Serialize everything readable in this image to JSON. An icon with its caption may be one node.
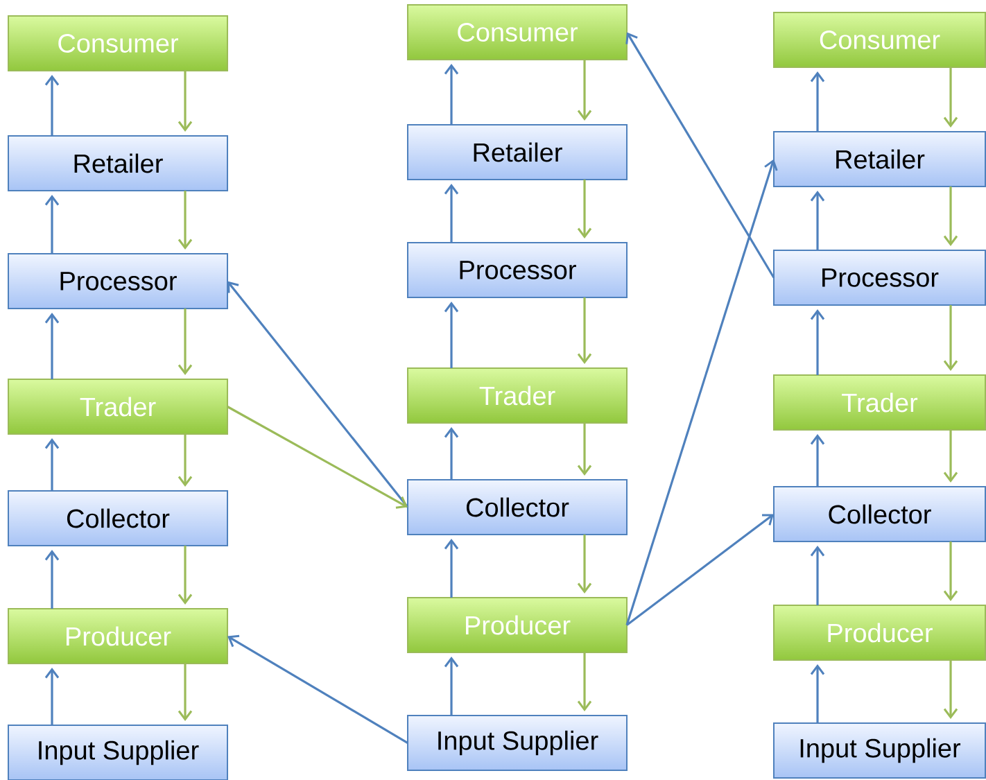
{
  "diagram": {
    "nodes": [
      {
        "text": [
          "Consumer"
        ]
      },
      {
        "text": [
          "Retailer"
        ]
      },
      {
        "text": [
          "Processor"
        ]
      },
      {
        "text": [
          "Trader"
        ]
      },
      {
        "text": [
          "Collector"
        ]
      },
      {
        "text": [
          "Producer"
        ]
      },
      {
        "text": [
          "Input Supplier"
        ]
      },
      {
        "text": [
          "Consumer"
        ]
      },
      {
        "text": [
          "Retailer"
        ]
      },
      {
        "text": [
          "Processor"
        ]
      },
      {
        "text": [
          "Trader"
        ]
      },
      {
        "text": [
          "Collector"
        ]
      },
      {
        "text": [
          "Producer"
        ]
      },
      {
        "text": [
          "Input Supplier"
        ]
      },
      {
        "text": [
          "Consumer"
        ]
      },
      {
        "text": [
          "Retailer"
        ]
      },
      {
        "text": [
          "Processor"
        ]
      },
      {
        "text": [
          "Trader"
        ]
      },
      {
        "text": [
          "Collector"
        ]
      },
      {
        "text": [
          "Producer"
        ]
      },
      {
        "text": [
          "Input Supplier"
        ]
      }
    ],
    "edges": [
      {
        "from": 1,
        "to": 0,
        "arrow": "to"
      },
      {
        "from": 2,
        "to": 1,
        "arrow": "to"
      },
      {
        "from": 3,
        "to": 2,
        "arrow": "to"
      },
      {
        "from": 4,
        "to": 3,
        "arrow": "to"
      },
      {
        "from": 5,
        "to": 4,
        "arrow": "to"
      },
      {
        "from": 6,
        "to": 5,
        "arrow": "to"
      },
      {
        "from": 0,
        "to": 1,
        "arrow": "to",
        "color": "#9bbb59"
      },
      {
        "from": 1,
        "to": 2,
        "arrow": "to",
        "color": "#9bbb59"
      },
      {
        "from": 2,
        "to": 3,
        "arrow": "to",
        "color": "#9bbb59"
      },
      {
        "from": 3,
        "to": 4,
        "arrow": "to",
        "color": "#9bbb59"
      },
      {
        "from": 4,
        "to": 5,
        "arrow": "to",
        "color": "#9bbb59"
      },
      {
        "from": 5,
        "to": 6,
        "arrow": "to",
        "color": "#9bbb59"
      },
      {
        "from": 8,
        "to": 7,
        "arrow": "to"
      },
      {
        "from": 9,
        "to": 8,
        "arrow": "to"
      },
      {
        "from": 10,
        "to": 9,
        "arrow": "to"
      },
      {
        "from": 11,
        "to": 10,
        "arrow": "to"
      },
      {
        "from": 12,
        "to": 11,
        "arrow": "to"
      },
      {
        "from": 13,
        "to": 12,
        "arrow": "to"
      },
      {
        "from": 7,
        "to": 8,
        "arrow": "to",
        "color": "#9bbb59"
      },
      {
        "from": 8,
        "to": 9,
        "arrow": "to",
        "color": "#9bbb59"
      },
      {
        "from": 9,
        "to": 10,
        "arrow": "to",
        "color": "#9bbb59"
      },
      {
        "from": 10,
        "to": 11,
        "arrow": "to",
        "color": "#9bbb59"
      },
      {
        "from": 11,
        "to": 12,
        "arrow": "to",
        "color": "#9bbb59"
      },
      {
        "from": 12,
        "to": 13,
        "arrow": "to",
        "color": "#9bbb59"
      },
      {
        "from": 15,
        "to": 14,
        "arrow": "to"
      },
      {
        "from": 16,
        "to": 15,
        "arrow": "to"
      },
      {
        "from": 17,
        "to": 16,
        "arrow": "to"
      },
      {
        "from": 18,
        "to": 17,
        "arrow": "to"
      },
      {
        "from": 19,
        "to": 18,
        "arrow": "to"
      },
      {
        "from": 20,
        "to": 19,
        "arrow": "to"
      },
      {
        "from": 14,
        "to": 15,
        "arrow": "to",
        "color": "#9bbb59"
      },
      {
        "from": 15,
        "to": 16,
        "arrow": "to",
        "color": "#9bbb59"
      },
      {
        "from": 16,
        "to": 17,
        "arrow": "to",
        "color": "#9bbb59"
      },
      {
        "from": 17,
        "to": 18,
        "arrow": "to",
        "color": "#9bbb59"
      },
      {
        "from": 18,
        "to": 19,
        "arrow": "to",
        "color": "#9bbb59"
      },
      {
        "from": 19,
        "to": 20,
        "arrow": "to",
        "color": "#9bbb59"
      },
      {
        "from": 11,
        "to": 2,
        "arrow": "to"
      },
      {
        "from": 3,
        "to": 11,
        "arrow": "to",
        "color": "#9bbb59"
      },
      {
        "from": 13,
        "to": 5,
        "arrow": "to"
      },
      {
        "from": 16,
        "to": 7,
        "arrow": "to"
      },
      {
        "from": 12,
        "to": 15,
        "arrow": "to"
      },
      {
        "from": 12,
        "to": 18,
        "arrow": "to"
      }
    ]
  }
}
